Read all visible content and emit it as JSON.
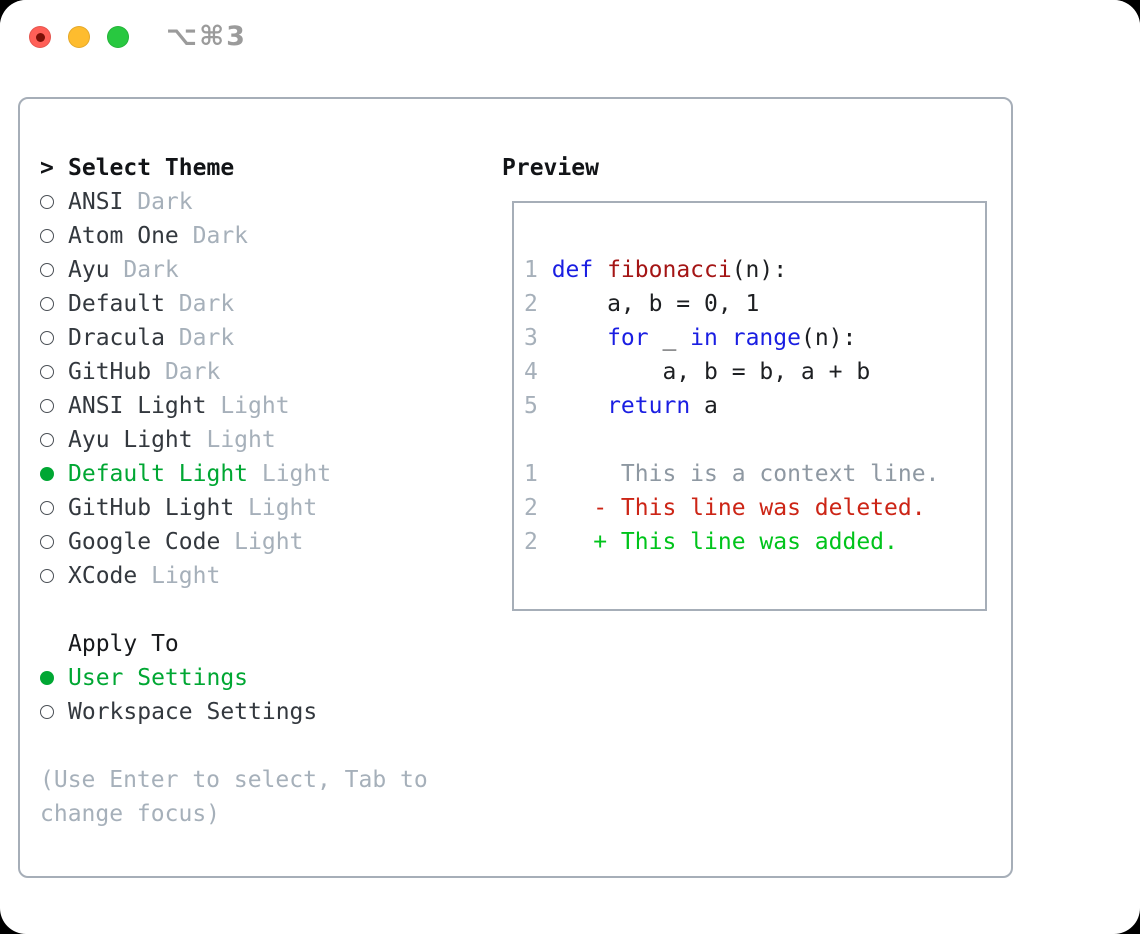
{
  "titlebar": {
    "shortcut": "⌥⌘3"
  },
  "theme_selector": {
    "title_prefix": ">",
    "title": "Select Theme",
    "themes": [
      {
        "name": "ANSI",
        "variant": "Dark",
        "selected": false
      },
      {
        "name": "Atom One",
        "variant": "Dark",
        "selected": false
      },
      {
        "name": "Ayu",
        "variant": "Dark",
        "selected": false
      },
      {
        "name": "Default",
        "variant": "Dark",
        "selected": false
      },
      {
        "name": "Dracula",
        "variant": "Dark",
        "selected": false
      },
      {
        "name": "GitHub",
        "variant": "Dark",
        "selected": false
      },
      {
        "name": "ANSI Light",
        "variant": "Light",
        "selected": false
      },
      {
        "name": "Ayu Light",
        "variant": "Light",
        "selected": false
      },
      {
        "name": "Default Light",
        "variant": "Light",
        "selected": true
      },
      {
        "name": "GitHub Light",
        "variant": "Light",
        "selected": false
      },
      {
        "name": "Google Code",
        "variant": "Light",
        "selected": false
      },
      {
        "name": "XCode",
        "variant": "Light",
        "selected": false
      }
    ],
    "apply_to": {
      "title": "Apply To",
      "options": [
        {
          "label": "User Settings",
          "selected": true
        },
        {
          "label": "Workspace Settings",
          "selected": false
        }
      ]
    },
    "help_lines": [
      "(Use Enter to select, Tab to",
      "change focus)"
    ]
  },
  "preview": {
    "title": "Preview",
    "code_lines": [
      {
        "num": "1",
        "tokens": [
          {
            "t": "def ",
            "c": "keyword"
          },
          {
            "t": "fibonacci",
            "c": "function"
          },
          {
            "t": "(n):",
            "c": "code"
          }
        ]
      },
      {
        "num": "2",
        "tokens": [
          {
            "t": "    a, b = 0, 1",
            "c": "code"
          }
        ]
      },
      {
        "num": "3",
        "tokens": [
          {
            "t": "    ",
            "c": "code"
          },
          {
            "t": "for",
            "c": "keyword"
          },
          {
            "t": " _ ",
            "c": "code"
          },
          {
            "t": "in",
            "c": "keyword"
          },
          {
            "t": " ",
            "c": "code"
          },
          {
            "t": "range",
            "c": "keyword"
          },
          {
            "t": "(n):",
            "c": "code"
          }
        ]
      },
      {
        "num": "4",
        "tokens": [
          {
            "t": "        a, b = b, a + b",
            "c": "code"
          }
        ]
      },
      {
        "num": "5",
        "tokens": [
          {
            "t": "    ",
            "c": "code"
          },
          {
            "t": "return",
            "c": "keyword"
          },
          {
            "t": " a",
            "c": "code"
          }
        ]
      },
      {
        "num": "",
        "tokens": []
      },
      {
        "num": "1",
        "tokens": [
          {
            "t": "     This is a context line.",
            "c": "context"
          }
        ]
      },
      {
        "num": "2",
        "tokens": [
          {
            "t": "   - This line was deleted.",
            "c": "deleted"
          }
        ]
      },
      {
        "num": "2",
        "tokens": [
          {
            "t": "   + This line was added.",
            "c": "added"
          }
        ]
      }
    ]
  },
  "colors": {
    "accent_green": "#00a733",
    "added_green": "#00c41b",
    "deleted_red": "#cc2516",
    "keyword_blue": "#1a1ee2",
    "function_red": "#a41515",
    "muted_gray": "#a6b0ba",
    "context_gray": "#8e98a2",
    "panel_border": "#a6aeb8",
    "traffic_red": "#ff5f57",
    "traffic_yellow": "#febc2e",
    "traffic_green": "#28c840"
  }
}
